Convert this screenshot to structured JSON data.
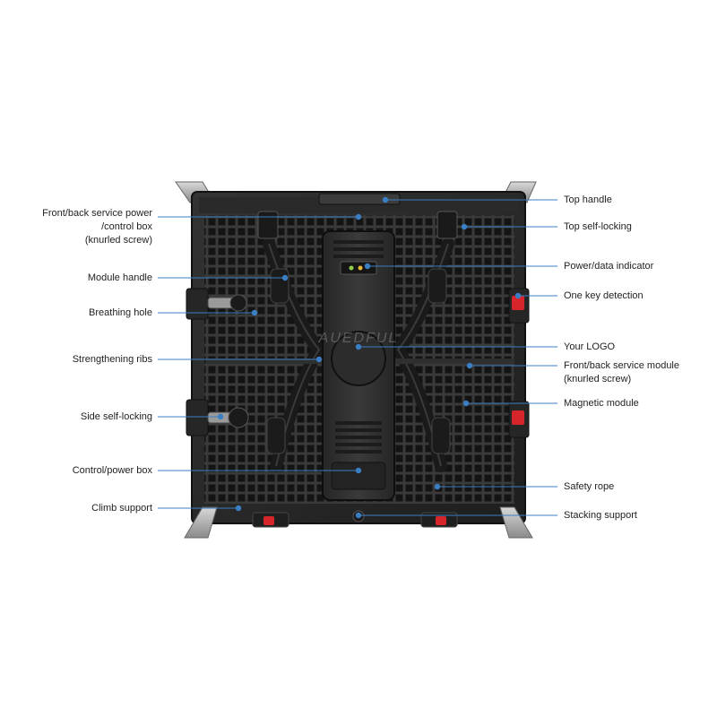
{
  "colors": {
    "leader": "#3a7fc4",
    "cabinet": "#2b2b2b",
    "grid": "#1c1c1c",
    "accent_red": "#d6262b",
    "bracket": "#b8b8b8"
  },
  "callouts_left": [
    {
      "id": "front-back-service-power",
      "lines": [
        "Front/back service power",
        "/control box",
        "(knurled screw)"
      ]
    },
    {
      "id": "module-handle",
      "lines": [
        "Module handle"
      ]
    },
    {
      "id": "breathing-hole",
      "lines": [
        "Breathing hole"
      ]
    },
    {
      "id": "strengthening-ribs",
      "lines": [
        "Strengthening ribs"
      ]
    },
    {
      "id": "side-self-locking",
      "lines": [
        "Side self-locking"
      ]
    },
    {
      "id": "control-power-box",
      "lines": [
        "Control/power box"
      ]
    },
    {
      "id": "climb-support",
      "lines": [
        "Climb support"
      ]
    }
  ],
  "callouts_right": [
    {
      "id": "top-handle",
      "lines": [
        "Top handle"
      ]
    },
    {
      "id": "top-self-locking",
      "lines": [
        "Top self-locking"
      ]
    },
    {
      "id": "power-data-indicator",
      "lines": [
        "Power/data indicator"
      ]
    },
    {
      "id": "one-key-detection",
      "lines": [
        "One key detection"
      ]
    },
    {
      "id": "your-logo",
      "lines": [
        "Your LOGO"
      ]
    },
    {
      "id": "front-back-service-module",
      "lines": [
        "Front/back service module",
        "(knurled screw)"
      ]
    },
    {
      "id": "magnetic-module",
      "lines": [
        "Magnetic module"
      ]
    },
    {
      "id": "safety-rope",
      "lines": [
        "Safety rope"
      ]
    },
    {
      "id": "stacking-support",
      "lines": [
        "Stacking support"
      ]
    }
  ],
  "brand_watermark": "AUEDFUL"
}
